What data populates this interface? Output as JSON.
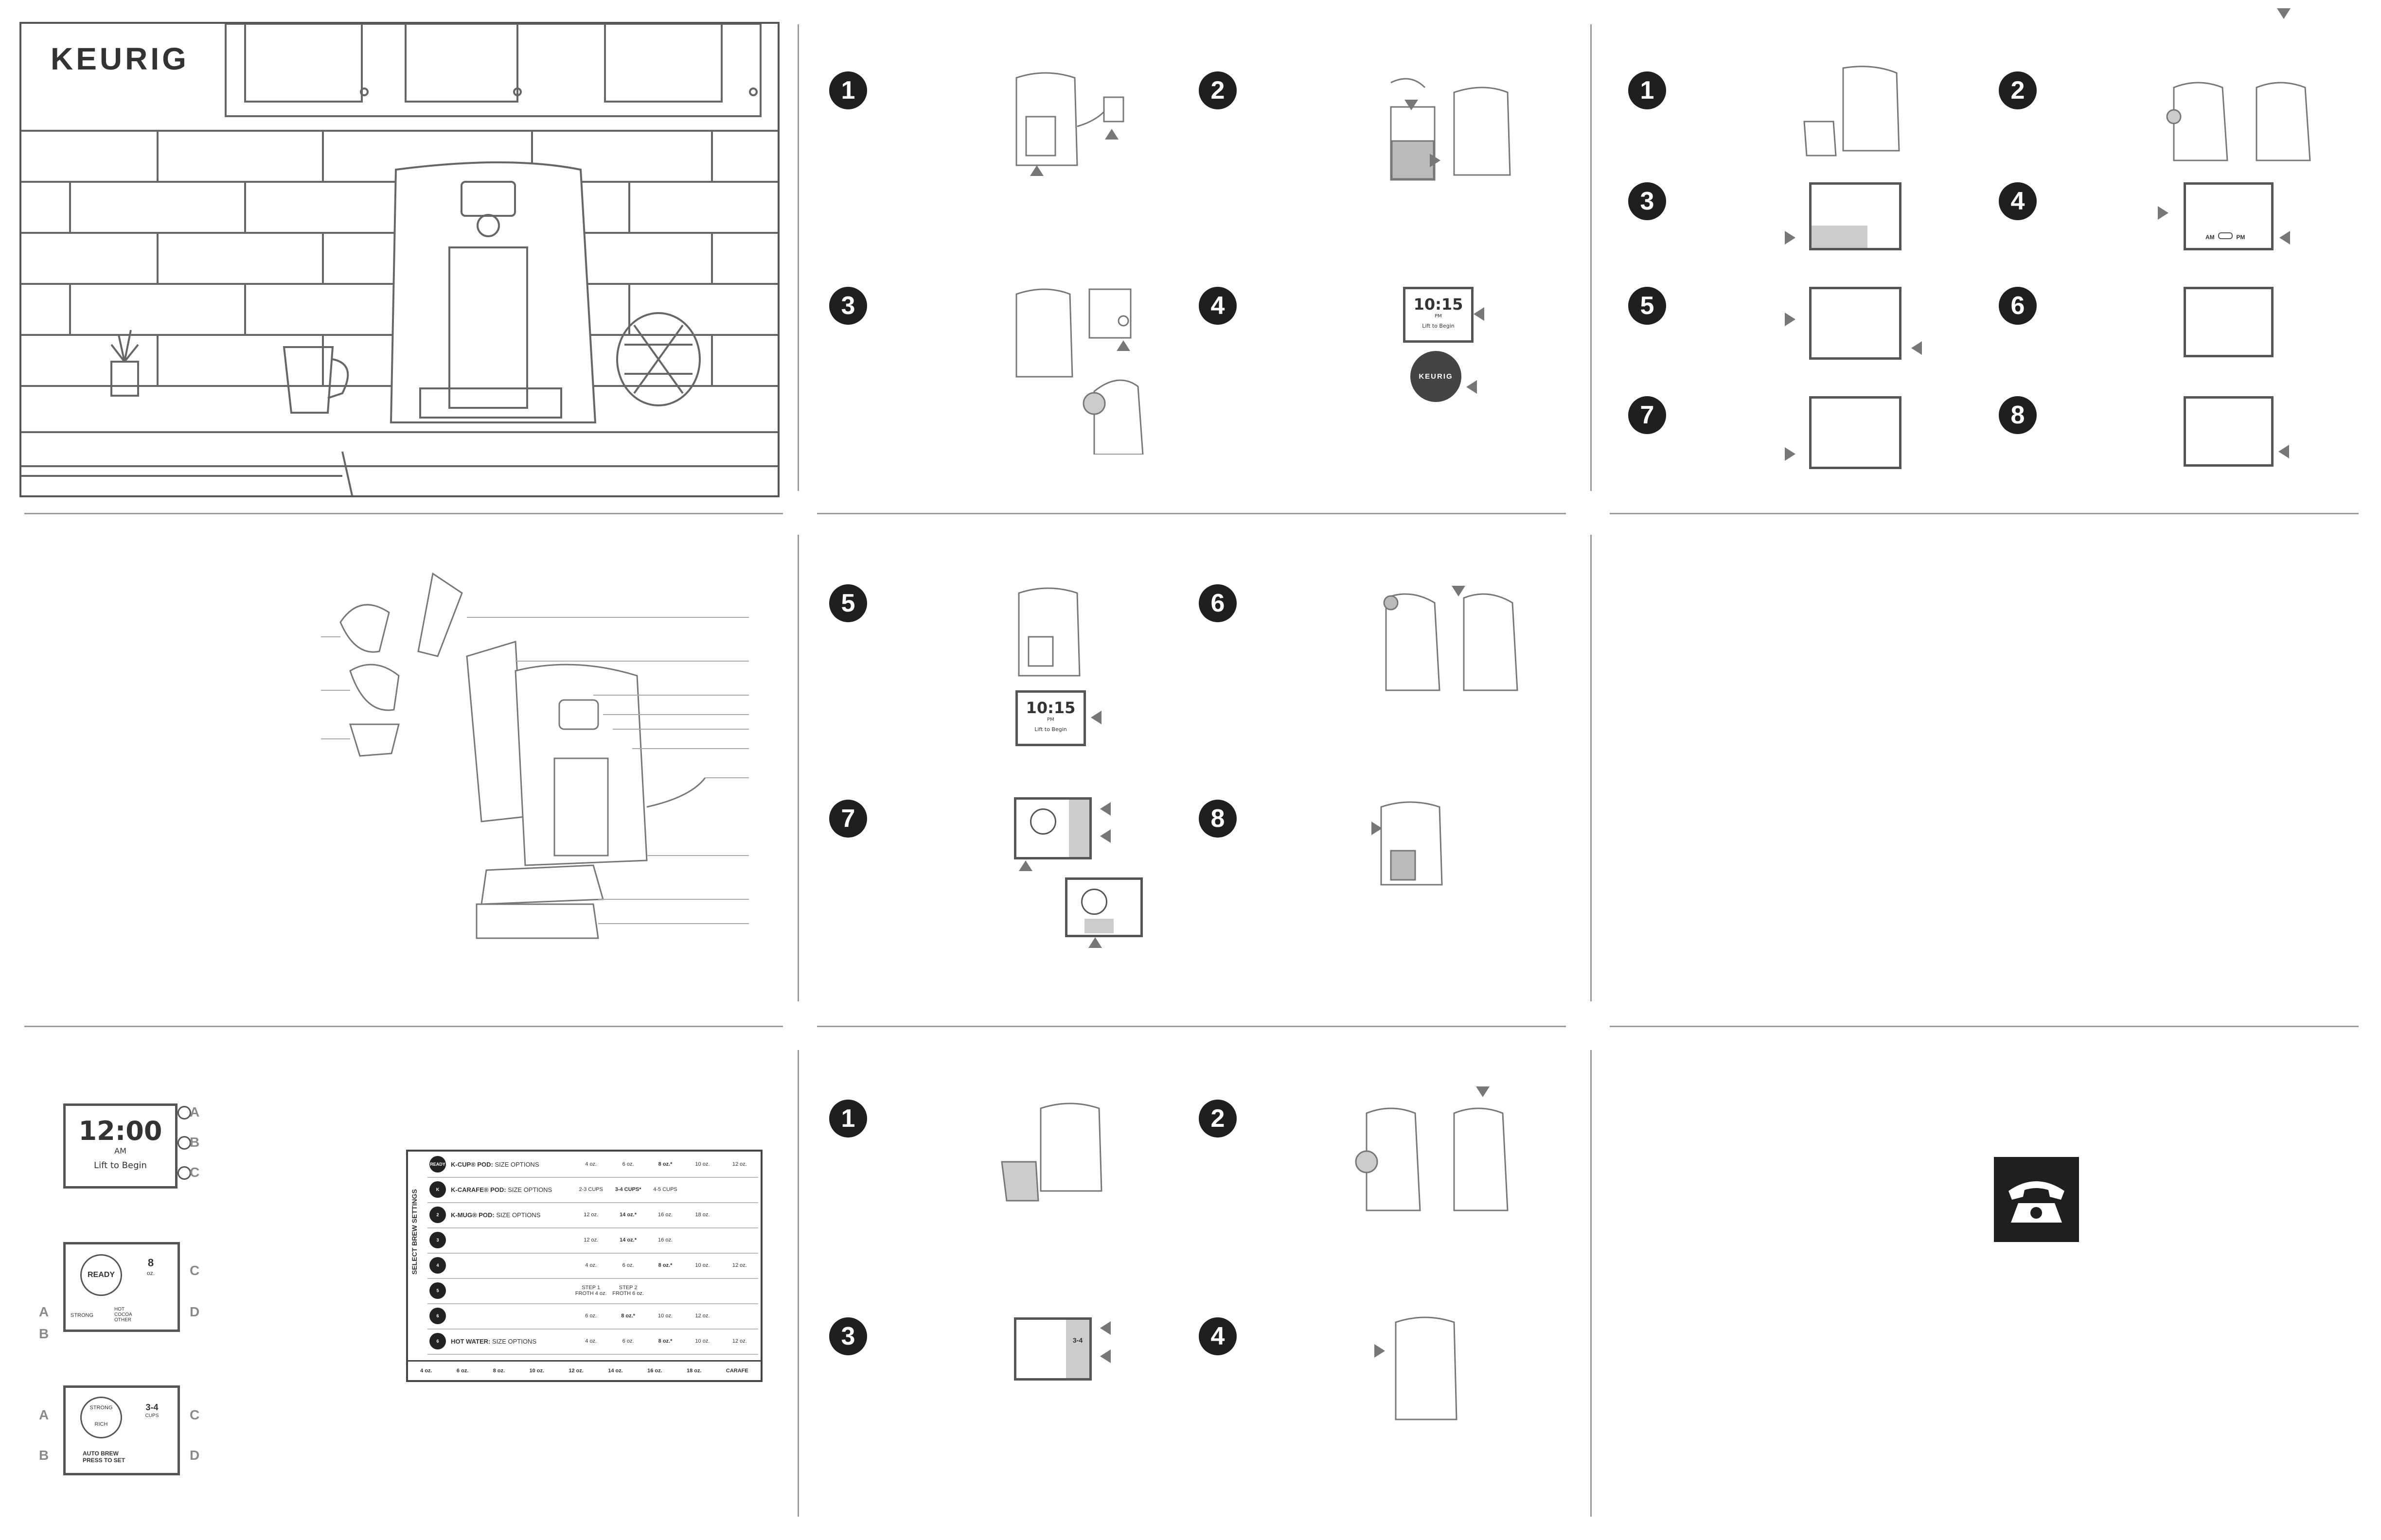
{
  "brand": {
    "logo_text": "KEURIG"
  },
  "panel_steps": {
    "setup_a": [
      "1",
      "2",
      "3",
      "4"
    ],
    "setup_b": [
      "5",
      "6",
      "7",
      "8"
    ],
    "program": [
      "1",
      "2",
      "3",
      "4",
      "5",
      "6",
      "7",
      "8"
    ],
    "carafe": [
      "1",
      "2",
      "3",
      "4"
    ]
  },
  "displays": {
    "clock_small": {
      "time": "10:15",
      "ampm": "PM",
      "hint": "Lift to Begin"
    },
    "brand_disc": "KEURIG",
    "clock_main": {
      "time": "12:00",
      "ampm": "AM",
      "hint": "Lift to Begin"
    },
    "ready": {
      "button": "READY",
      "size": "8",
      "size_unit": "oz.",
      "strong": "STRONG",
      "hot": "HOT",
      "cocoa": "COCOA",
      "other": "OTHER"
    },
    "carafe_panel": {
      "top": "STRONG",
      "mid": "RICH",
      "cups": "3-4",
      "cups_unit": "CUPS",
      "auto": "AUTO BREW",
      "press": "PRESS TO SET"
    },
    "ampm_toggle": {
      "am": "AM",
      "pm": "PM"
    },
    "program_cups": "3-4"
  },
  "callouts": {
    "clock": [
      "A",
      "B",
      "C"
    ],
    "ready": [
      "A",
      "B",
      "C",
      "D"
    ],
    "carafe": [
      "A",
      "B",
      "C",
      "D"
    ]
  },
  "brew_table": {
    "side_label": "SELECT BREW SETTINGS",
    "rows": [
      {
        "icon": "READY",
        "label_bold": "K-CUP® POD:",
        "label": " SIZE OPTIONS",
        "cells": [
          "4 oz.",
          "6 oz.",
          "8 oz.*",
          "10 oz.",
          "12 oz."
        ]
      },
      {
        "icon": "K",
        "label_bold": "K-CARAFE® POD:",
        "label": " SIZE OPTIONS",
        "cells": [
          "2-3 CUPS",
          "3-4 CUPS*",
          "4-5 CUPS",
          "",
          ""
        ]
      },
      {
        "icon": "2",
        "label_bold": "K-MUG® POD:",
        "label": " SIZE OPTIONS",
        "cells": [
          "12 oz.",
          "14 oz.*",
          "16 oz.",
          "18 oz.",
          ""
        ]
      },
      {
        "icon": "3",
        "label_bold": "",
        "label": "",
        "cells": [
          "12 oz.",
          "14 oz.*",
          "16 oz.",
          "",
          ""
        ]
      },
      {
        "icon": "4",
        "label_bold": "",
        "label": "",
        "cells": [
          "4 oz.",
          "6 oz.",
          "8 oz.*",
          "10 oz.",
          "12 oz."
        ]
      },
      {
        "icon": "5",
        "label_bold": "",
        "label": "",
        "cells": [
          "STEP 1 FROTH 4 oz.",
          "STEP 2 FROTH 6 oz.",
          "",
          "",
          ""
        ]
      },
      {
        "icon": "6",
        "label_bold": "",
        "label": "",
        "cells": [
          "6 oz.",
          "8 oz.*",
          "10 oz.",
          "12 oz.",
          ""
        ]
      },
      {
        "icon": "6",
        "label_bold": "HOT WATER:",
        "label": " SIZE OPTIONS",
        "cells": [
          "4 oz.",
          "6 oz.",
          "8 oz.*",
          "10 oz.",
          "12 oz."
        ]
      }
    ],
    "legend": [
      "4 oz.",
      "6 oz.",
      "8 oz.",
      "10 oz.",
      "12 oz.",
      "14 oz.",
      "16 oz.",
      "18 oz.",
      "CARAFE"
    ]
  },
  "colors": {
    "ink": "#333333",
    "grey_arrow": "#777777",
    "badge": "#1f1f1f"
  }
}
